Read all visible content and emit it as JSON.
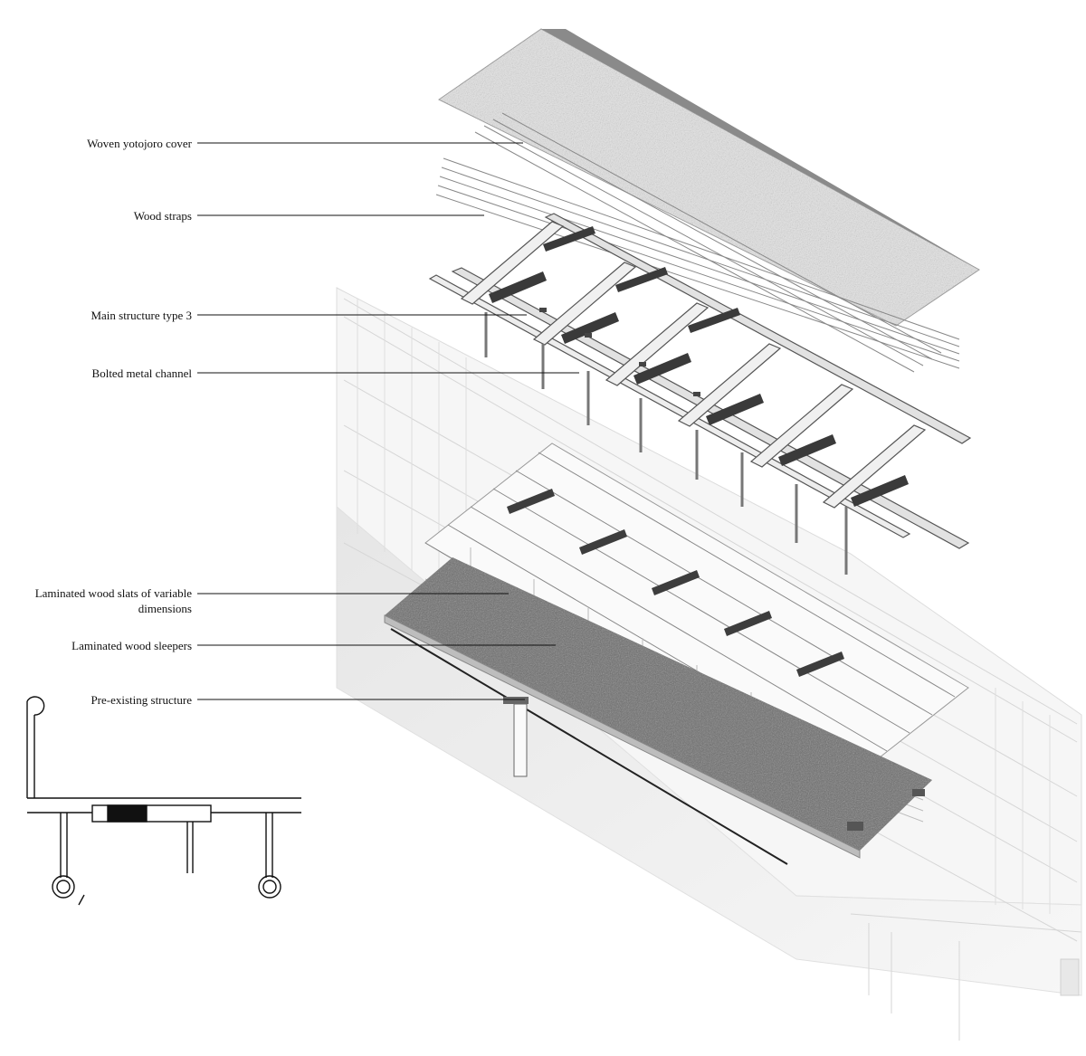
{
  "labels": [
    {
      "id": "cover",
      "text": "Woven yotojoro cover"
    },
    {
      "id": "straps",
      "text": "Wood straps"
    },
    {
      "id": "structure",
      "text": "Main structure type 3"
    },
    {
      "id": "channel",
      "text": "Bolted metal channel"
    },
    {
      "id": "slats",
      "line1": "Laminated wood slats of variable",
      "line2": "dimensions"
    },
    {
      "id": "sleepers",
      "text": "Laminated wood sleepers"
    },
    {
      "id": "existing",
      "text": "Pre-existing structure"
    }
  ],
  "colors": {
    "ink": "#111111",
    "roof": "#9a9a9a",
    "deck": "#5a5a5a",
    "ghost": "#cfcfcf",
    "member_dark": "#333333"
  }
}
